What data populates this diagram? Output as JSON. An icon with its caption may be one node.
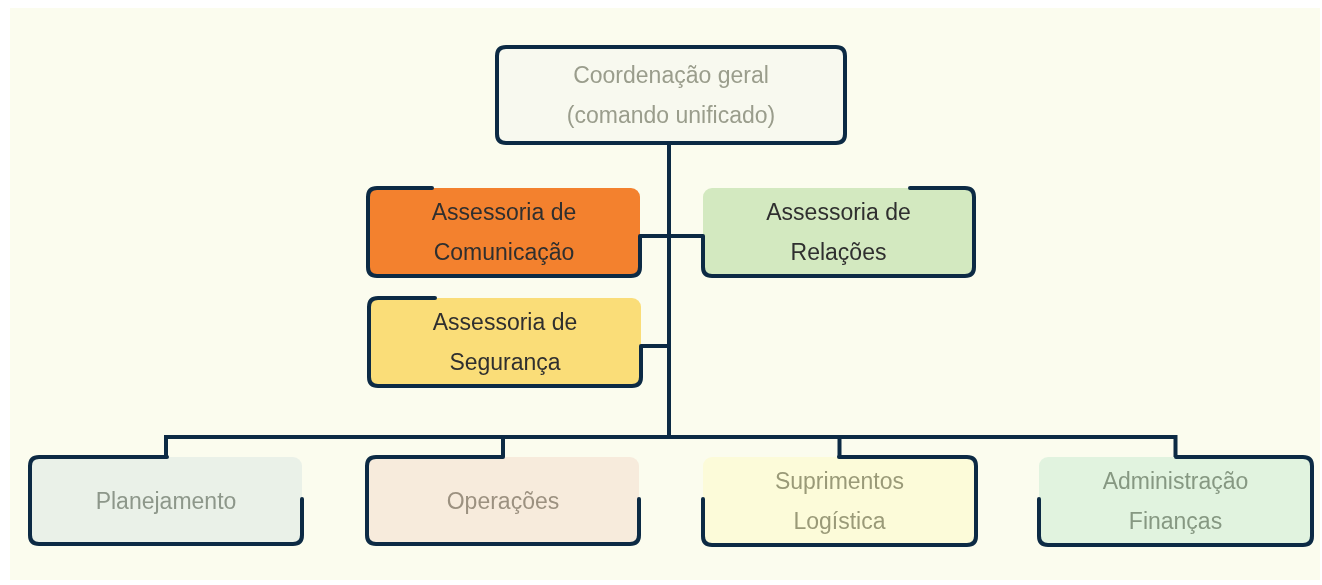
{
  "diagram": {
    "nodes": [
      {
        "text": [
          "Coordenação geral (comando unificado)"
        ]
      },
      {
        "text": [
          "Assessoria de Comunicação"
        ]
      },
      {
        "text": [
          "Assessoria de Relações"
        ]
      },
      {
        "text": [
          "Assessoria de Segurança"
        ]
      },
      {
        "text": [
          "Planejamento"
        ]
      },
      {
        "text": [
          "Operações"
        ]
      },
      {
        "text": [
          "Suprimentos Logística"
        ]
      },
      {
        "text": [
          "Administração Finanças"
        ]
      }
    ],
    "edges": [
      {
        "from": 0,
        "to": 1,
        "arrow": "none"
      },
      {
        "from": 0,
        "to": 2,
        "arrow": "none"
      },
      {
        "from": 0,
        "to": 3,
        "arrow": "none"
      },
      {
        "from": 0,
        "to": 4,
        "arrow": "none"
      },
      {
        "from": 0,
        "to": 5,
        "arrow": "none"
      },
      {
        "from": 0,
        "to": 6,
        "arrow": "none"
      },
      {
        "from": 0,
        "to": 7,
        "arrow": "none"
      }
    ]
  }
}
